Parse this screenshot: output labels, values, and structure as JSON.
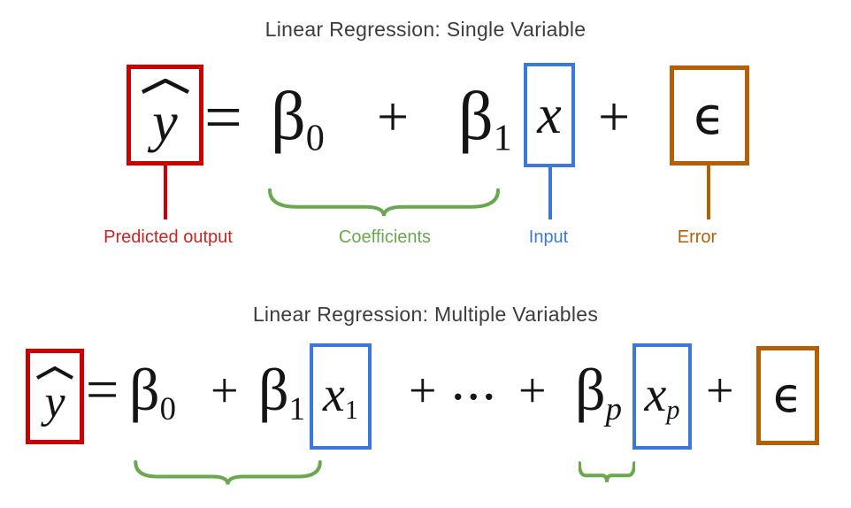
{
  "colors": {
    "red": "#cc0000",
    "blue": "#3c78d8",
    "green": "#6aa84f",
    "orange": "#b45f06",
    "formula_ink": "#141414",
    "title_gray": "#3c3c3c"
  },
  "glyphs": {
    "y": "y",
    "equals": "=",
    "beta": "β",
    "zero": "0",
    "one": "1",
    "p": "p",
    "plus": "+",
    "x": "x",
    "ellipsis": "...",
    "epsilon": "ϵ"
  },
  "single": {
    "title": "Linear Regression: Single Variable",
    "labels": {
      "predicted_output": "Predicted output",
      "coefficients": "Coefficients",
      "input": "Input",
      "error": "Error"
    }
  },
  "multiple": {
    "title": "Linear Regression: Multiple Variables"
  }
}
